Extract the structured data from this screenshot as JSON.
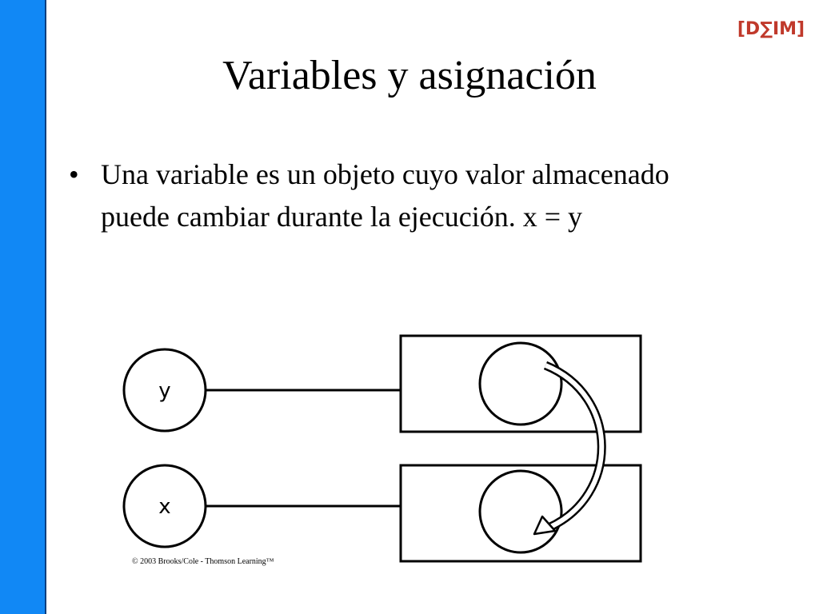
{
  "slide": {
    "title": "Variables y asignación",
    "bullets": [
      {
        "marker": "•",
        "text": "Una variable es un objeto cuyo valor almacenado puede cambiar durante la ejecución. x = y"
      }
    ],
    "logo": {
      "text": "[D∑IM]",
      "color": "#c0392b"
    },
    "accent_color": "#1188f5"
  },
  "diagram": {
    "variables": [
      {
        "name": "y"
      },
      {
        "name": "x"
      }
    ],
    "arrow": {
      "from": "y",
      "to": "x"
    },
    "copyright": "© 2003 Brooks/Cole - Thomson Learning™"
  }
}
